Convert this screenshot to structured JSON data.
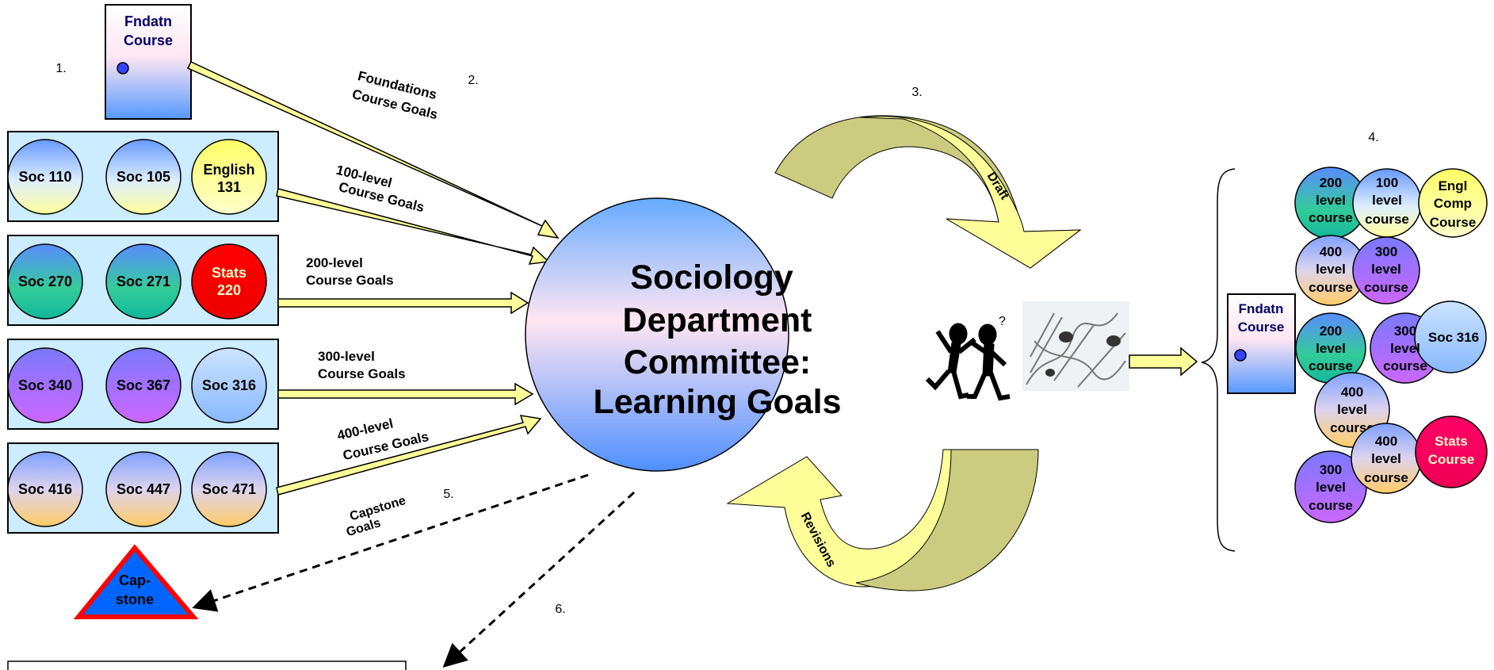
{
  "steps": {
    "s1": "1.",
    "s2": "2.",
    "s3": "3.",
    "s4": "4.",
    "s5": "5.",
    "s6": "6."
  },
  "fndatn_card_left": {
    "line1": "Fndatn",
    "line2": "Course"
  },
  "fndatn_card_right": {
    "line1": "Fndatn",
    "line2": "Course"
  },
  "rows": [
    {
      "c1": [
        "Soc 110"
      ],
      "c2": [
        "Soc 105"
      ],
      "c3": [
        "English",
        "131"
      ]
    },
    {
      "c1": [
        "Soc 270"
      ],
      "c2": [
        "Soc 271"
      ],
      "c3": [
        "Stats",
        "220"
      ]
    },
    {
      "c1": [
        "Soc 340"
      ],
      "c2": [
        "Soc 367"
      ],
      "c3": [
        "Soc 316"
      ]
    },
    {
      "c1": [
        "Soc 416"
      ],
      "c2": [
        "Soc 447"
      ],
      "c3": [
        "Soc 471"
      ]
    }
  ],
  "goal_labels": {
    "foundations": [
      "Foundations",
      "Course Goals"
    ],
    "l100": [
      "100-level",
      "Course Goals"
    ],
    "l200": [
      "200-level",
      "Course Goals"
    ],
    "l300": [
      "300-level",
      "Course Goals"
    ],
    "l400": [
      "400-level",
      "Course Goals"
    ],
    "capstone": [
      "Capstone",
      "Goals"
    ]
  },
  "capstone_triangle": [
    "Cap-",
    "stone"
  ],
  "committee": [
    "Sociology",
    "Department",
    "Committee:",
    "Learning Goals"
  ],
  "cycle": {
    "draft": "Draft",
    "revisions": "Revisions"
  },
  "cluster": {
    "b200a": [
      "200",
      "level",
      "course"
    ],
    "b100": [
      "100",
      "level",
      "course"
    ],
    "engl": [
      "Engl",
      "Comp",
      "Course"
    ],
    "b400a": [
      "400",
      "level",
      "course"
    ],
    "b300a": [
      "300",
      "level",
      "course"
    ],
    "b200b": [
      "200",
      "level",
      "course"
    ],
    "b300b": [
      "300",
      "level",
      "course"
    ],
    "soc316": [
      "Soc 316"
    ],
    "b400b": [
      "400",
      "level",
      "course"
    ],
    "b400c": [
      "400",
      "level",
      "course"
    ],
    "stats": [
      "Stats",
      "Course"
    ],
    "b300c": [
      "300",
      "level",
      "course"
    ]
  },
  "colors": {
    "arrow_fill": "#ffff99",
    "cycle_fill": "#cccc80",
    "row_bg": "#ccecff",
    "stats_red": "#ff0000",
    "stats_pink": "#ff0066",
    "capstone_blue": "#0066ff",
    "capstone_border": "#ff0000"
  }
}
